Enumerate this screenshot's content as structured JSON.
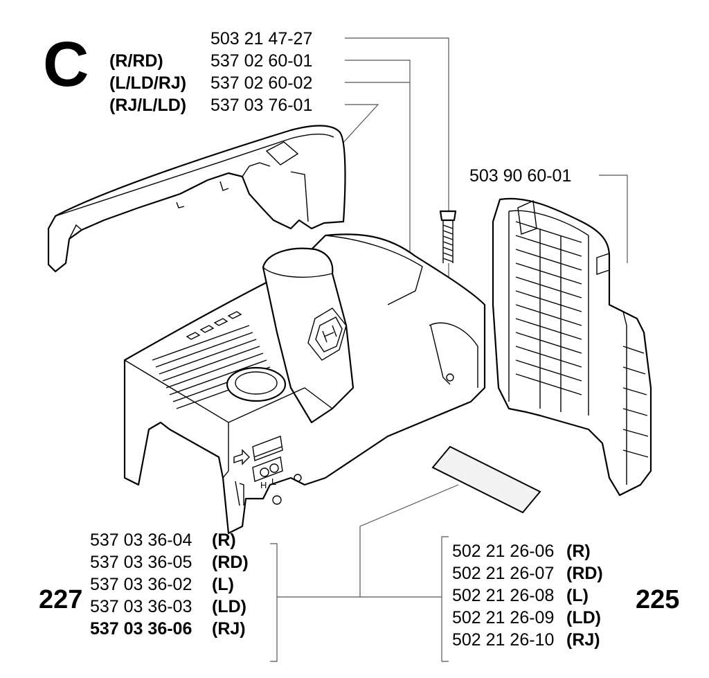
{
  "section_letter": "C",
  "top_labels": [
    {
      "variant": "",
      "part": "503 21 47-27"
    },
    {
      "variant": "(R/RD)",
      "part": "537 02 60-01"
    },
    {
      "variant": "(L/LD/RJ)",
      "part": "537 02 60-02"
    },
    {
      "variant": "(RJ/L/LD)",
      "part": "537 03 76-01"
    }
  ],
  "grille_label": "503 90 60-01",
  "left_group": {
    "ref": "227",
    "items": [
      {
        "part": "537 03 36-04",
        "variant": "(R)",
        "bold": false
      },
      {
        "part": "537 03 36-05",
        "variant": "(RD)",
        "bold": false
      },
      {
        "part": "537 03 36-02",
        "variant": "(L)",
        "bold": false
      },
      {
        "part": "537 03 36-03",
        "variant": "(LD)",
        "bold": false
      },
      {
        "part": "537 03 36-06",
        "variant": "(RJ)",
        "bold": true
      }
    ]
  },
  "right_group": {
    "ref": "225",
    "items": [
      {
        "part": "502 21 26-06",
        "variant": "(R)"
      },
      {
        "part": "502 21 26-07",
        "variant": "(RD)"
      },
      {
        "part": "502 21 26-08",
        "variant": "(L)"
      },
      {
        "part": "502 21 26-09",
        "variant": "(LD)"
      },
      {
        "part": "502 21 26-10",
        "variant": "(RJ)"
      }
    ]
  },
  "cover_markings": {
    "h": "H",
    "l": "L"
  }
}
